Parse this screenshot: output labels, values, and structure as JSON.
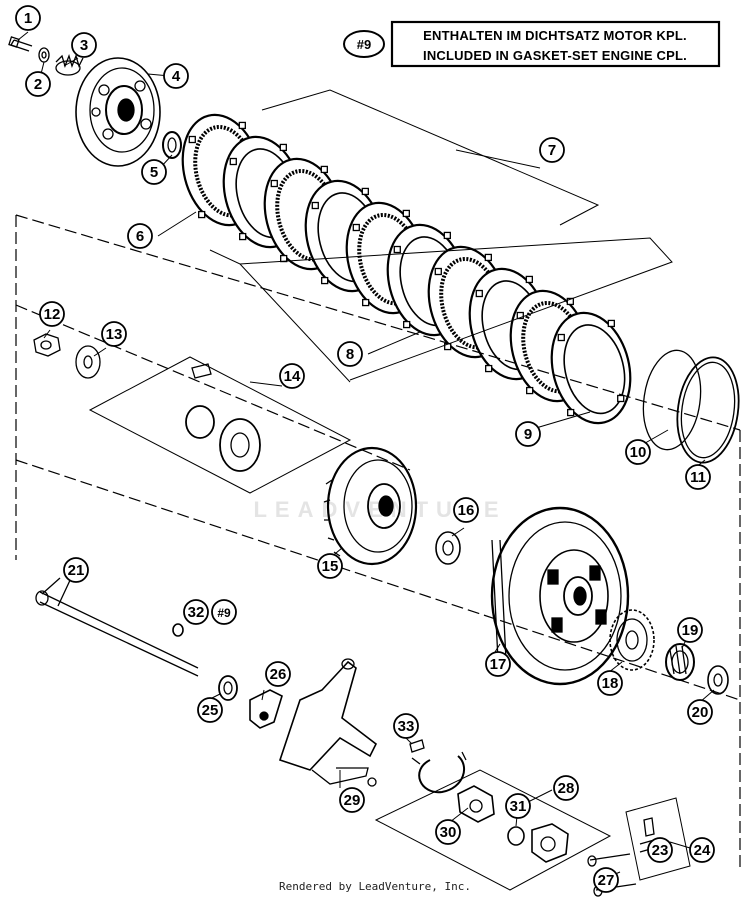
{
  "notice": {
    "ref": "#9",
    "line1": "ENTHALTEN IM DICHTSATZ MOTOR KPL.",
    "line2": "INCLUDED IN GASKET-SET ENGINE CPL."
  },
  "callouts": [
    "1",
    "2",
    "3",
    "4",
    "5",
    "6",
    "7",
    "8",
    "9",
    "10",
    "11",
    "12",
    "13",
    "14",
    "15",
    "16",
    "16",
    "17",
    "18",
    "19",
    "20",
    "21",
    "23",
    "24",
    "25",
    "26",
    "27",
    "28",
    "29",
    "30",
    "31",
    "32",
    "33"
  ],
  "callout_ref": "#9",
  "watermark": "LEADVENTURE",
  "footer": "Rendered by LeadVenture, Inc."
}
